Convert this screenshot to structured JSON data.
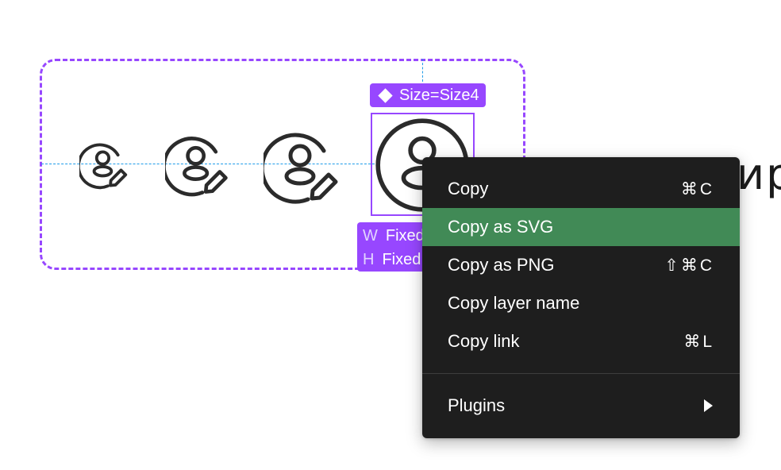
{
  "variant_tag": {
    "label": "Size=Size4"
  },
  "size_tag": {
    "width_key": "W",
    "width_value": "Fixed",
    "height_key": "H",
    "height_value": "Fixed"
  },
  "background_text": "ир",
  "icons": [
    "user-edit-icon",
    "user-edit-icon",
    "user-edit-icon",
    "user-icon"
  ],
  "context_menu": {
    "items": [
      {
        "label": "Copy",
        "shortcut": "⌘C"
      },
      {
        "label": "Copy as SVG",
        "shortcut": ""
      },
      {
        "label": "Copy as PNG",
        "shortcut": "⇧⌘C"
      },
      {
        "label": "Copy layer name",
        "shortcut": ""
      },
      {
        "label": "Copy link",
        "shortcut": "⌘L"
      }
    ],
    "plugins_label": "Plugins"
  },
  "colors": {
    "component_purple": "#9747ff",
    "guide_blue": "#1e9be9",
    "menu_bg": "#1e1e1e",
    "menu_highlight": "#418a56"
  }
}
